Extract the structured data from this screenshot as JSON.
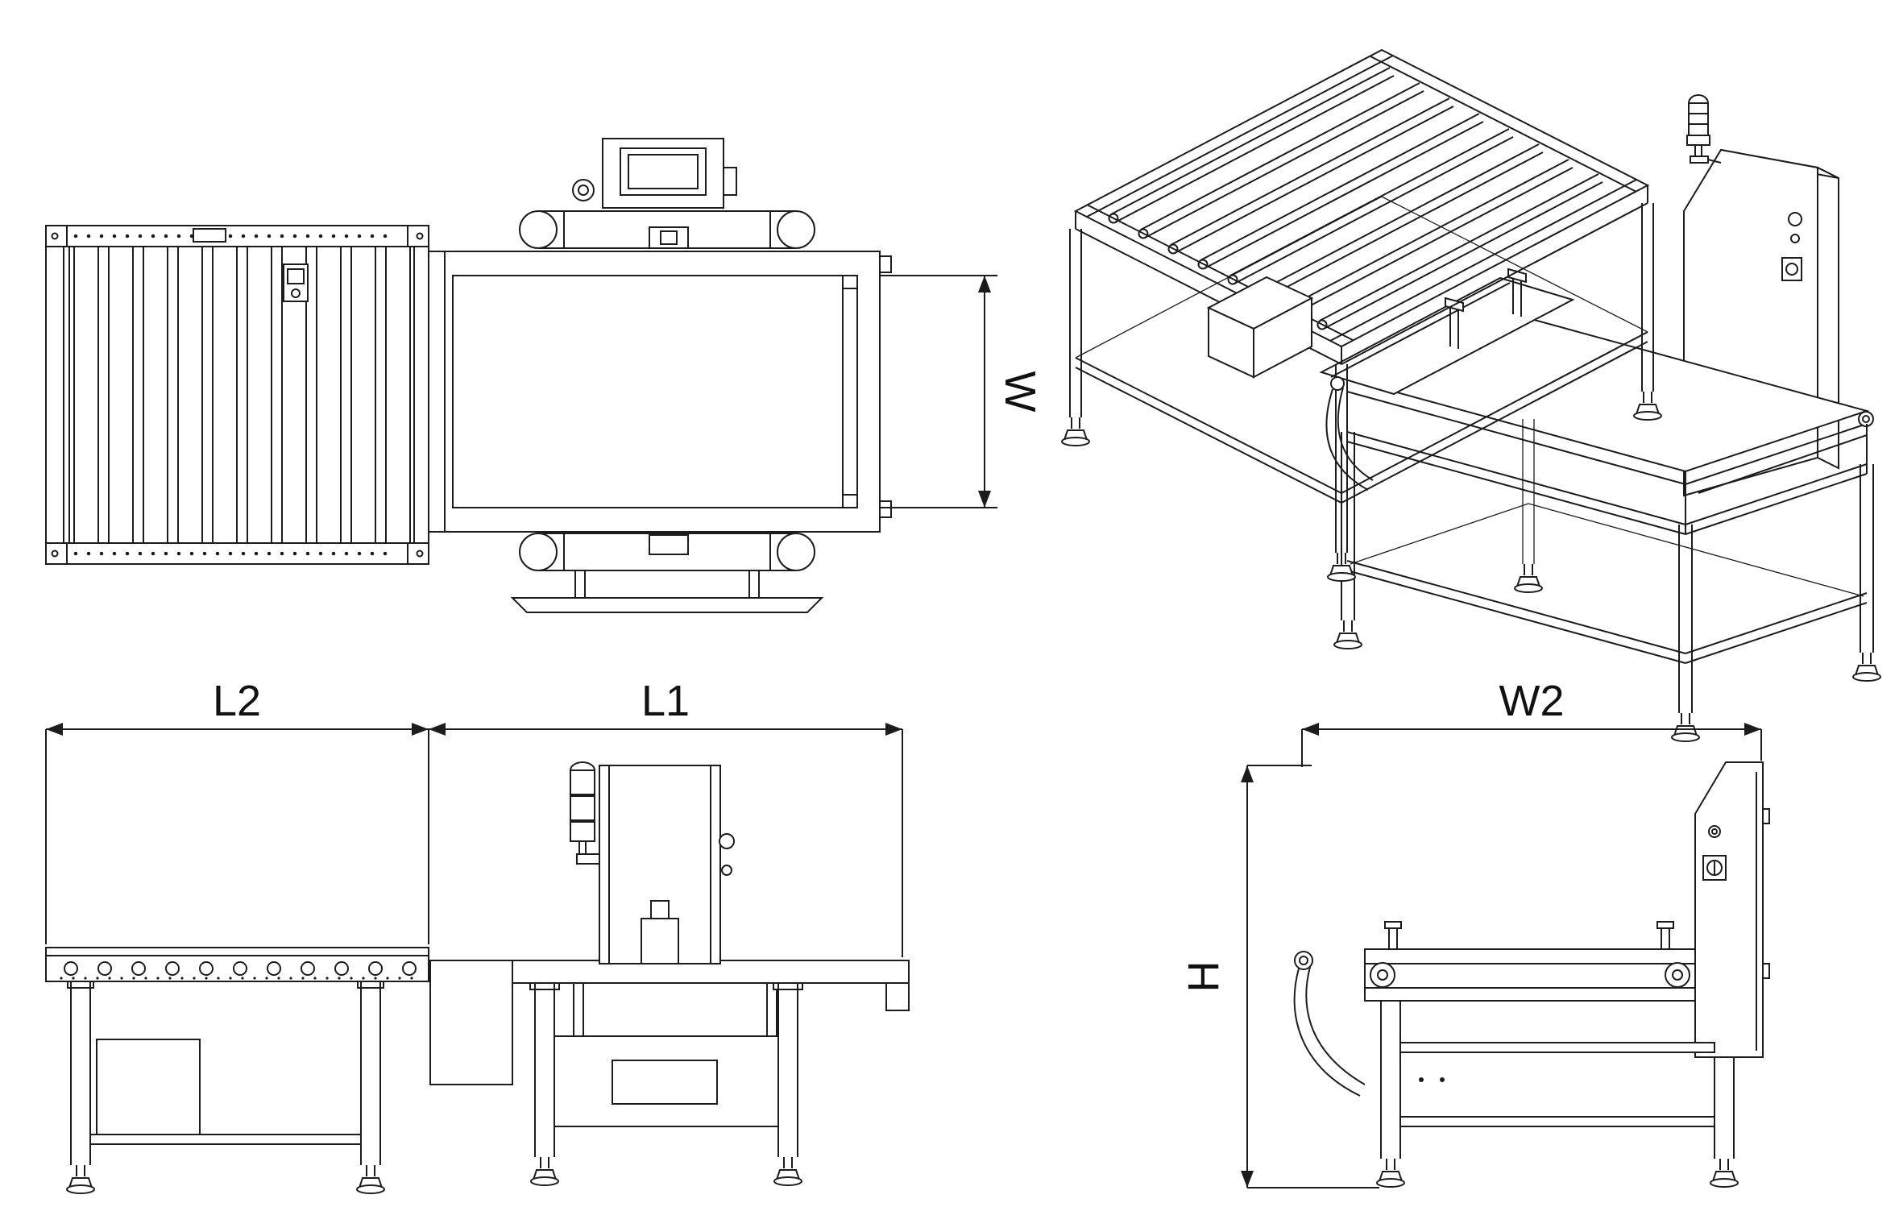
{
  "colors": {
    "background": "#ffffff",
    "line": "#1c1c1c",
    "text": "#111111"
  },
  "views": {
    "plan": {
      "dimension_labels": {
        "w": "W"
      }
    },
    "front_elevation": {
      "dimension_labels": {
        "l2": "L2",
        "l1": "L1"
      }
    },
    "side_elevation": {
      "dimension_labels": {
        "w2": "W2",
        "h": "H"
      }
    }
  }
}
